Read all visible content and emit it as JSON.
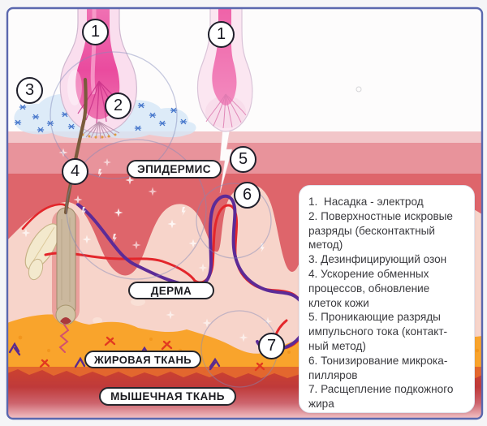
{
  "layer_labels": {
    "epidermis": "ЭПИДЕРМИС",
    "dermis": "ДЕРМА",
    "fat": "ЖИРОВАЯ ТКАНЬ",
    "muscle": "МЫШЕЧНАЯ ТКАНЬ"
  },
  "markers": {
    "m1a": "1",
    "m1b": "1",
    "m2": "2",
    "m3": "3",
    "m4": "4",
    "m5": "5",
    "m6": "6",
    "m7": "7"
  },
  "legend": {
    "items": [
      {
        "num": "1",
        "text": "Насадка - электрод"
      },
      {
        "num": "2",
        "text": "Поверхностные искровые разряды (бесконтактный метод)"
      },
      {
        "num": "3",
        "text": "Дезинфицирующий озон"
      },
      {
        "num": "4",
        "text": "Ускорение обменных процессов, обновление клеток кожи"
      },
      {
        "num": "5",
        "text": "Проникающие разряды импульсного тока (контактный метод)"
      },
      {
        "num": "6",
        "text": "Тонизирование микрокапилляров"
      },
      {
        "num": "7",
        "text": "Расщепление подкожного жира"
      }
    ],
    "lines": [
      "1.  Насадка - электрод",
      "2. Поверхностные искровые",
      "разряды (бесконтактный",
      "метод)",
      "3. Дезинфицирующий озон",
      "4. Ускорение обменных",
      "процессов, обновление",
      "клеток кожи",
      "5. Проникающие разряды",
      "импульсного тока (контакт-",
      "ный метод)",
      "6. Тонизирование микрока-",
      "пилляров",
      "7. Расщепление подкожного",
      "жира"
    ]
  },
  "palette": {
    "frame_border": "#5a67ae",
    "epidermis_surface": "#f2c6c9",
    "epidermis_mid": "#e8939b",
    "epidermis_deep": "#de656b",
    "dermis": "#f7d4ca",
    "fat_orange": "#f9a42c",
    "muscle_dark": "#c03a3a",
    "electrode_pink": "#ee5aa2",
    "artery_red": "#e3262b",
    "vein_purple": "#5c2b97",
    "ozone_blue": "#d6e7f6",
    "ozone_sparkle": "#4878cc",
    "hair_brown": "#7a5b3c",
    "legend_text": "#3a3a3e"
  }
}
